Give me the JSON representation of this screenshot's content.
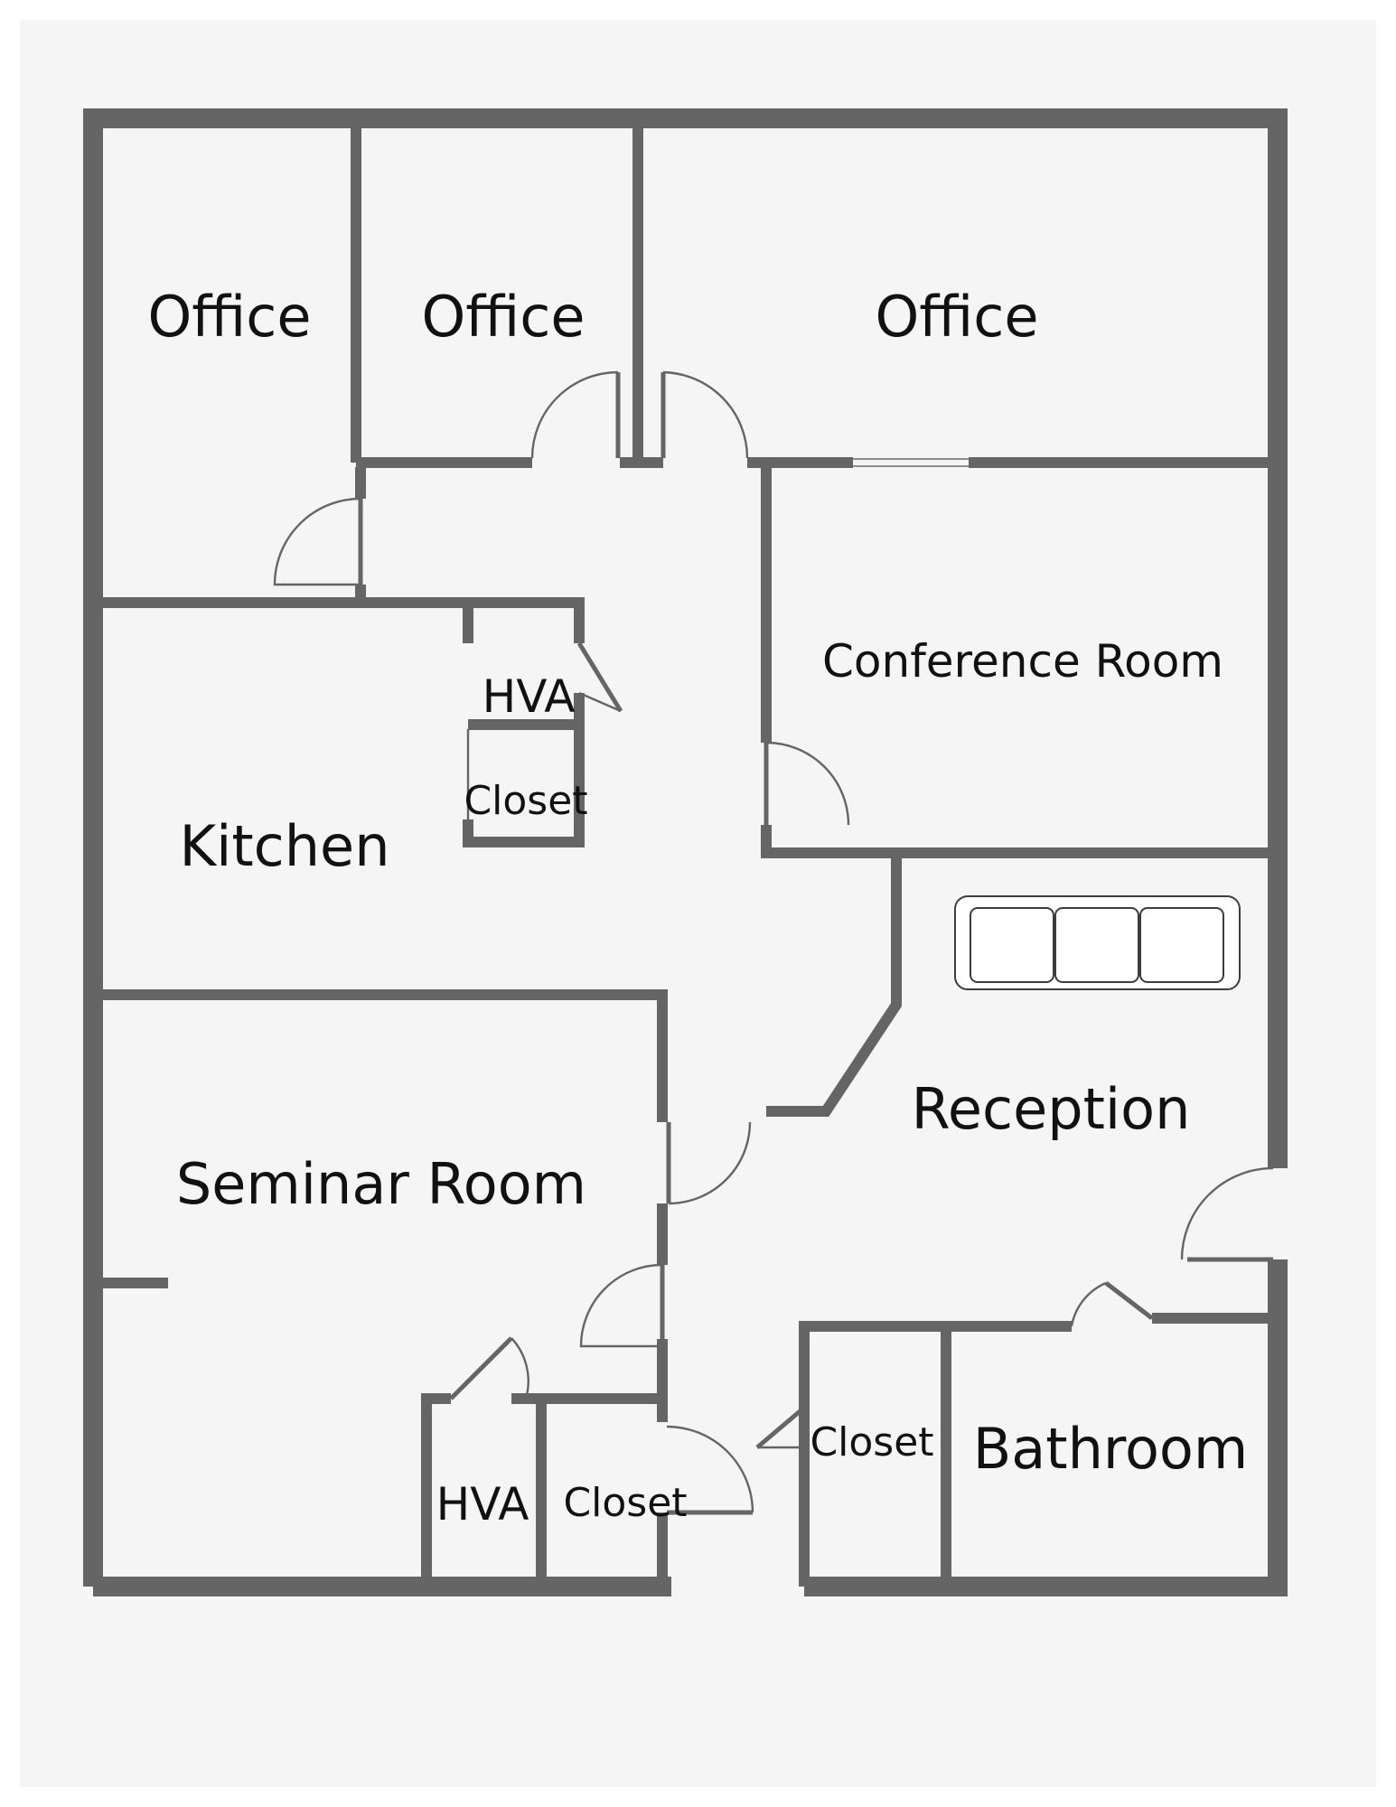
{
  "rooms": {
    "office_left": "Office",
    "office_middle": "Office",
    "office_right": "Office",
    "conference": "Conference Room",
    "hva_top": "HVA",
    "closet_top": "Closet",
    "kitchen": "Kitchen",
    "reception": "Reception",
    "seminar": "Seminar Room",
    "hva_bottom": "HVA",
    "closet_bottom": "Closet",
    "closet_bath": "Closet",
    "bathroom": "Bathroom"
  },
  "colors": {
    "wall": "#656565",
    "background": "#f5f5f5",
    "text": "#111111"
  }
}
